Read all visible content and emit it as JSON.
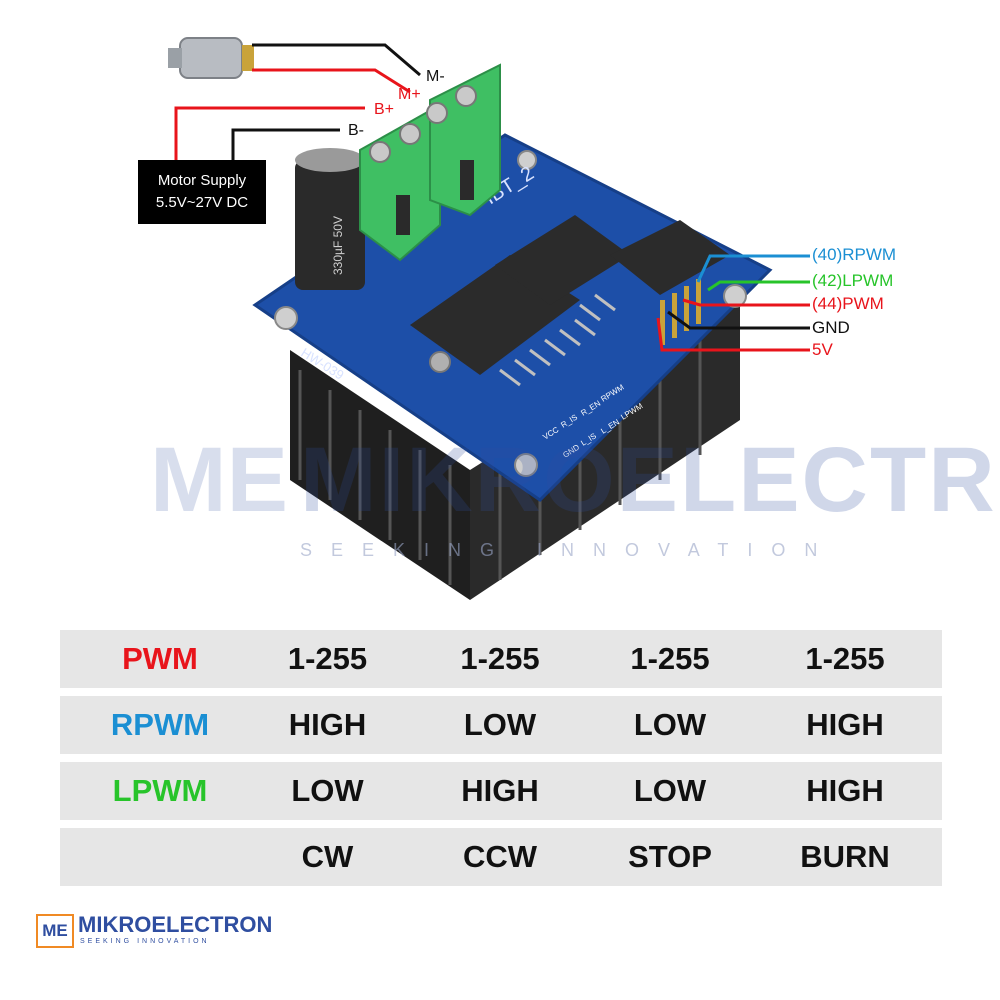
{
  "colors": {
    "pwm": "#e8141b",
    "rpwm": "#1b8fd3",
    "lpwm": "#27c42a",
    "black": "#111111",
    "board": "#1d4fa8",
    "terminal": "#3fbf63",
    "row_bg": "#e6e6e6",
    "brand_blue": "#2f4ea0",
    "brand_orange": "#f08a24"
  },
  "motor": {
    "icon": "dc-motor-icon",
    "m_minus": "M-",
    "m_plus": "M+"
  },
  "supply": {
    "b_plus": "B+",
    "b_minus": "B-",
    "line1": "Motor Supply",
    "line2": "5.5V~27V DC"
  },
  "board": {
    "icon": "bts7960-driver-board-icon",
    "model": "HW-039",
    "silk_ibt": "IBT_2",
    "cap_text": "330µF 50V",
    "pin_header_labels": [
      "VCC",
      "GND",
      "R_IS",
      "L_IS",
      "R_EN",
      "L_EN",
      "RPWM",
      "LPWM"
    ]
  },
  "pins": [
    {
      "label": "(40)RPWM",
      "color": "#1b8fd3"
    },
    {
      "label": "(42)LPWM",
      "color": "#27c42a"
    },
    {
      "label": "(44)PWM",
      "color": "#e8141b"
    },
    {
      "label": "GND",
      "color": "#111111"
    },
    {
      "label": "5V",
      "color": "#e8141b"
    }
  ],
  "watermark": {
    "prefix": "ME",
    "brand": "MIKROELECTRON",
    "tagline": "SEEKING INNOVATION"
  },
  "table": {
    "rows": [
      {
        "label": "PWM",
        "color": "#e8141b",
        "cells": [
          "1-255",
          "1-255",
          "1-255",
          "1-255"
        ]
      },
      {
        "label": "RPWM",
        "color": "#1b8fd3",
        "cells": [
          "HIGH",
          "LOW",
          "LOW",
          "HIGH"
        ]
      },
      {
        "label": "LPWM",
        "color": "#27c42a",
        "cells": [
          "LOW",
          "HIGH",
          "LOW",
          "HIGH"
        ]
      },
      {
        "label": "",
        "color": "#111111",
        "cells": [
          "CW",
          "CCW",
          "STOP",
          "BURN"
        ]
      }
    ]
  },
  "logo": {
    "prefix": "ME",
    "brand": "MIKROELECTRON",
    "tagline": "SEEKING INNOVATION"
  }
}
